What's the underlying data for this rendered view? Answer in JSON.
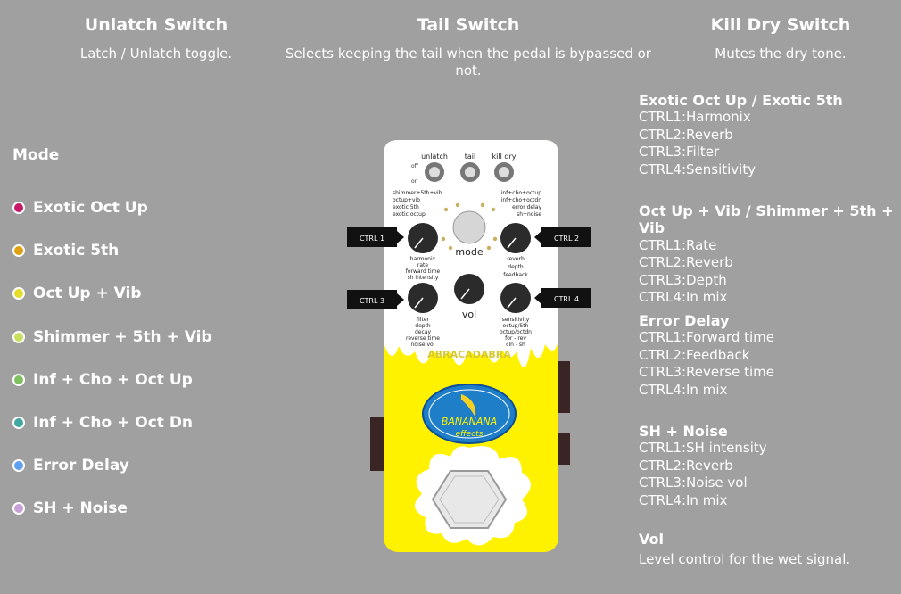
{
  "headers": {
    "unlatch": {
      "title": "Unlatch Switch",
      "desc": "Latch / Unlatch toggle."
    },
    "tail": {
      "title": "Tail Switch",
      "desc_line1": "Selects keeping the tail when the pedal is bypassed or",
      "desc_line2": "not."
    },
    "kill": {
      "title": "Kill Dry Switch",
      "desc": "Mutes the dry tone."
    }
  },
  "mode": {
    "title": "Mode",
    "items": [
      {
        "label": "Exotic Oct Up",
        "color": "#c8186a"
      },
      {
        "label": "Exotic 5th",
        "color": "#e0a010"
      },
      {
        "label": "Oct Up + Vib",
        "color": "#e6dc2a"
      },
      {
        "label": "Shimmer + 5th + Vib",
        "color": "#c8e060"
      },
      {
        "label": "Inf + Cho + Oct Up",
        "color": "#80c060"
      },
      {
        "label": "Inf + Cho + Oct Dn",
        "color": "#40a8a0"
      },
      {
        "label": "Error Delay",
        "color": "#60a0f0"
      },
      {
        "label": "SH + Noise",
        "color": "#c8a0d8"
      }
    ]
  },
  "right": {
    "exotic": {
      "title": "Exotic Oct Up / Exotic 5th",
      "l1": "CTRL1:Harmonix",
      "l2": "CTRL2:Reverb",
      "l3": "CTRL3:Filter",
      "l4": "CTRL4:Sensitivity"
    },
    "octup": {
      "title": "Oct Up + Vib / Shimmer + 5th + Vib",
      "l1": "CTRL1:Rate",
      "l2": "CTRL2:Reverb",
      "l3": "CTRL3:Depth",
      "l4": "CTRL4:In mix"
    },
    "error": {
      "title": "Error Delay",
      "l1": "CTRL1:Forward time",
      "l2": "CTRL2:Feedback",
      "l3": "CTRL3:Reverse time",
      "l4": "CTRL4:In mix"
    },
    "sh": {
      "title": "SH + Noise",
      "l1": "CTRL1:SH intensity",
      "l2": "CTRL2:Reverb",
      "l3": "CTRL3:Noise vol",
      "l4": "CTRL4:In mix"
    },
    "vol": {
      "title": "Vol",
      "desc": "Level control for the wet signal."
    }
  },
  "pedal": {
    "switch_unlatch": "unlatch",
    "switch_tail": "tail",
    "switch_kill": "kill dry",
    "off": "off",
    "on": "on",
    "mode_left": [
      "shimmer+5th+vib",
      "octup+vib",
      "exotic 5th",
      "exotic octup"
    ],
    "mode_right": [
      "inf+cho+octup",
      "inf+cho+octdn",
      "error delay",
      "sh+noise"
    ],
    "mode_label": "mode",
    "vol_label": "vol",
    "ctrl1": "CTRL 1",
    "ctrl2": "CTRL 2",
    "ctrl3": "CTRL 3",
    "ctrl4": "CTRL 4",
    "k1_labels": [
      "harmonix",
      "rate",
      "forward time",
      "sh intensity"
    ],
    "k2_labels": [
      "reverb",
      "depth",
      "feedback"
    ],
    "k3_labels": [
      "filter",
      "depth",
      "decay",
      "reverse time",
      "noise vol"
    ],
    "k4_labels": [
      "sensitivity",
      "octup/5th",
      "octup/octdn",
      "for - rev",
      "cln - sh"
    ],
    "brand": "ABRACADABRA",
    "logo_line1": "BANANANA",
    "logo_line2": "effects"
  }
}
